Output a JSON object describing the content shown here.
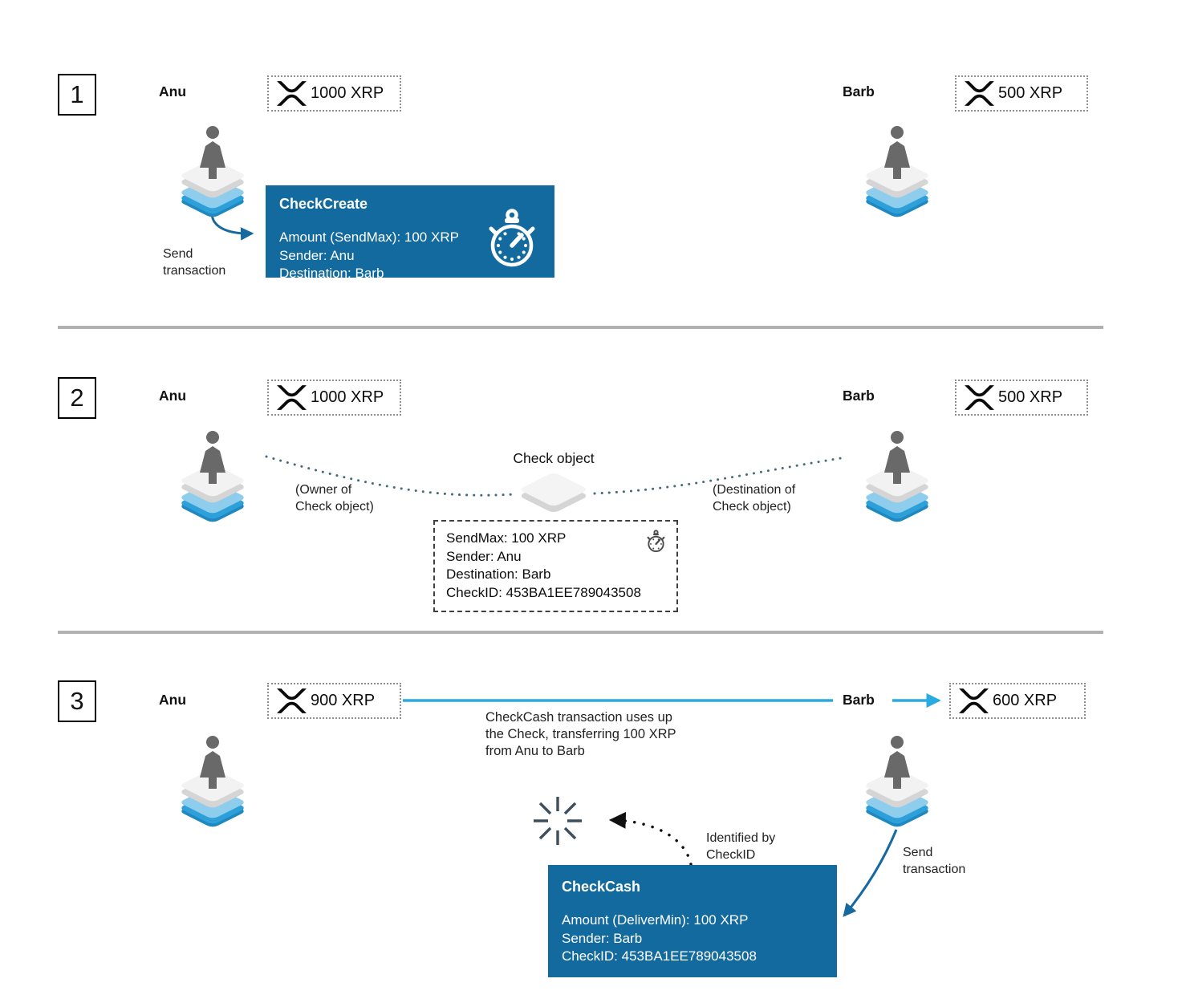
{
  "colors": {
    "transaction_box_blue": "#136a9e",
    "bright_arrow_blue": "#29abe2",
    "dark_arrow_blue": "#1568a0",
    "platform_blue": "#2da0da",
    "divider_gray": "#b1b1b1"
  },
  "steps": [
    {
      "number": "1",
      "anu": {
        "name": "Anu",
        "balance": "1000 XRP"
      },
      "barb": {
        "name": "Barb",
        "balance": "500 XRP"
      },
      "send_label": "Send transaction",
      "tx_box": {
        "title": "CheckCreate",
        "lines": [
          "Amount (SendMax): 100 XRP",
          "Sender: Anu",
          "Destination: Barb"
        ]
      }
    },
    {
      "number": "2",
      "anu": {
        "name": "Anu",
        "balance": "1000 XRP",
        "role": "(Owner of Check object)"
      },
      "barb": {
        "name": "Barb",
        "balance": "500 XRP",
        "role": "(Destination of Check object)"
      },
      "check_object_label": "Check object",
      "check_box": {
        "lines": [
          "SendMax: 100 XRP",
          "Sender: Anu",
          "Destination: Barb",
          "CheckID: 453BA1EE789043508"
        ]
      }
    },
    {
      "number": "3",
      "anu": {
        "name": "Anu",
        "balance": "900 XRP"
      },
      "barb": {
        "name": "Barb",
        "balance": "600 XRP"
      },
      "transfer_note": "CheckCash transaction uses up the Check, transferring 100 XRP from Anu to Barb",
      "identified_label": "Identified by CheckID",
      "send_label": "Send transaction",
      "tx_box": {
        "title": "CheckCash",
        "lines": [
          "Amount (DeliverMin): 100 XRP",
          "Sender: Barb",
          "CheckID: 453BA1EE789043508"
        ]
      }
    }
  ]
}
